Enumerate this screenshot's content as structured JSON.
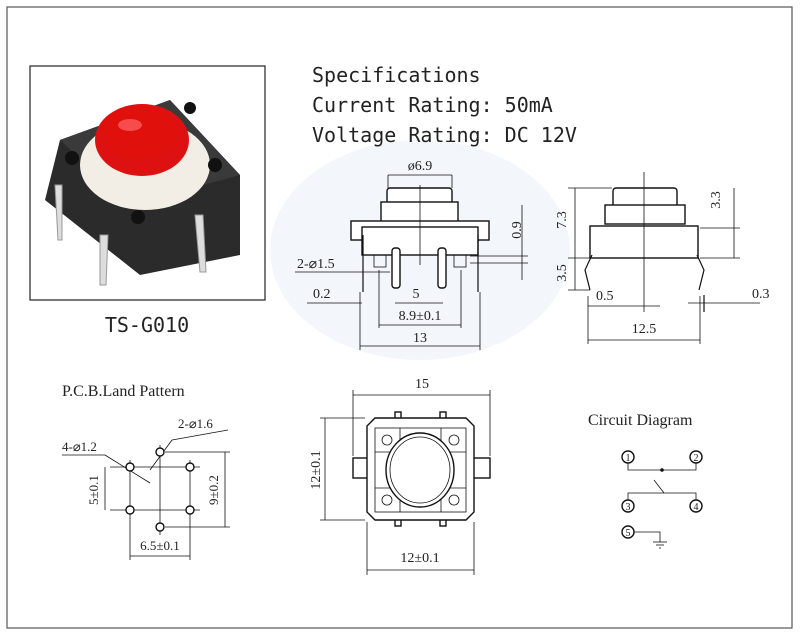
{
  "specs": {
    "title": "Specifications",
    "current": "Current Rating: 50mA",
    "voltage": "Voltage Rating: DC 12V"
  },
  "product": {
    "model": "TS-G010",
    "cap_color": "#e0100c"
  },
  "front_view": {
    "dims": {
      "cap_dia": "ø6.9",
      "flange": "0.9",
      "holes": "2-⌀1.5",
      "offset": "0.2",
      "pitch": "5",
      "width_inner": "8.9±0.1",
      "width": "13"
    }
  },
  "side_view": {
    "dims": {
      "height": "7.3",
      "cap": "3.3",
      "pin": "3.5",
      "pin_w": "0.5",
      "thick": "0.3",
      "width": "12.5"
    }
  },
  "pcb": {
    "title": "P.C.B.Land Pattern",
    "dims": {
      "small_holes": "4-⌀1.2",
      "large_holes": "2-⌀1.6",
      "vert": "5±0.1",
      "vert_outer": "9±0.2",
      "horiz": "6.5±0.1"
    }
  },
  "top_view": {
    "dims": {
      "overall": "15",
      "height": "12±0.1",
      "width": "12±0.1"
    }
  },
  "circuit": {
    "title": "Circuit Diagram",
    "pins": [
      "1",
      "2",
      "3",
      "4",
      "5"
    ]
  }
}
